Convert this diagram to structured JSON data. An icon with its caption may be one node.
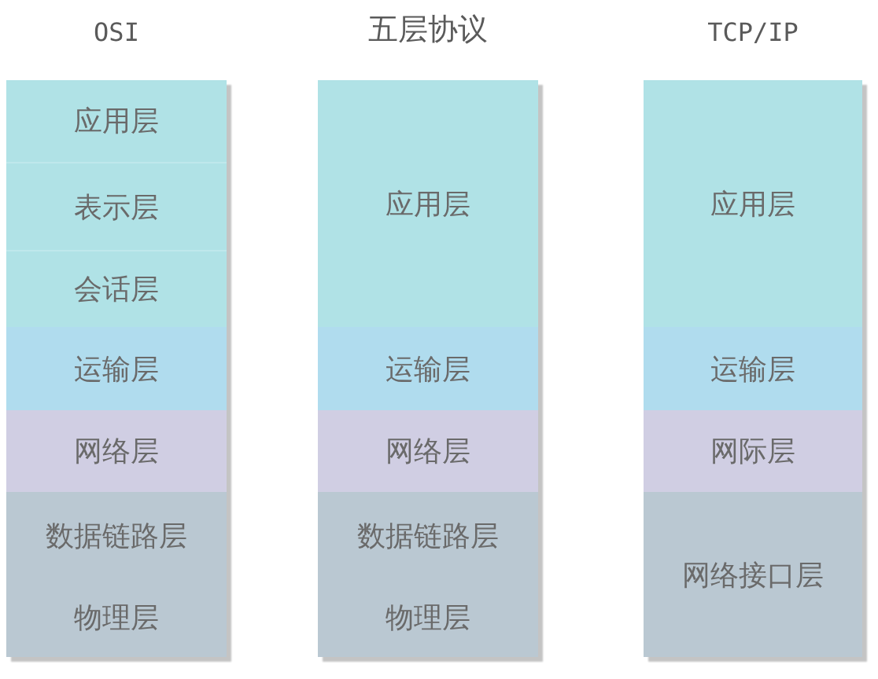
{
  "diagram": {
    "nodes": [
      {
        "text": [
          "OSI"
        ]
      },
      {
        "text": [
          "应用层"
        ],
        "in": 0
      },
      {
        "text": [
          "表示层"
        ],
        "in": 0
      },
      {
        "text": [
          "会话层"
        ],
        "in": 0
      },
      {
        "text": [
          "运输层"
        ],
        "in": 0
      },
      {
        "text": [
          "网络层"
        ],
        "in": 0
      },
      {
        "text": [
          "数据链路层"
        ],
        "in": 0
      },
      {
        "text": [
          "物理层"
        ],
        "in": 0
      },
      {
        "text": [
          "五层协议"
        ]
      },
      {
        "text": [
          "应用层"
        ],
        "in": 8
      },
      {
        "text": [
          "运输层"
        ],
        "in": 8
      },
      {
        "text": [
          "网络层"
        ],
        "in": 8
      },
      {
        "text": [
          "数据链路层"
        ],
        "in": 8
      },
      {
        "text": [
          "物理层"
        ],
        "in": 8
      },
      {
        "text": [
          "TCP/IP"
        ]
      },
      {
        "text": [
          "应用层"
        ],
        "in": 14
      },
      {
        "text": [
          "运输层"
        ],
        "in": 14
      },
      {
        "text": [
          "网际层"
        ],
        "in": 14
      },
      {
        "text": [
          "网络接口层"
        ],
        "in": 14
      }
    ]
  }
}
